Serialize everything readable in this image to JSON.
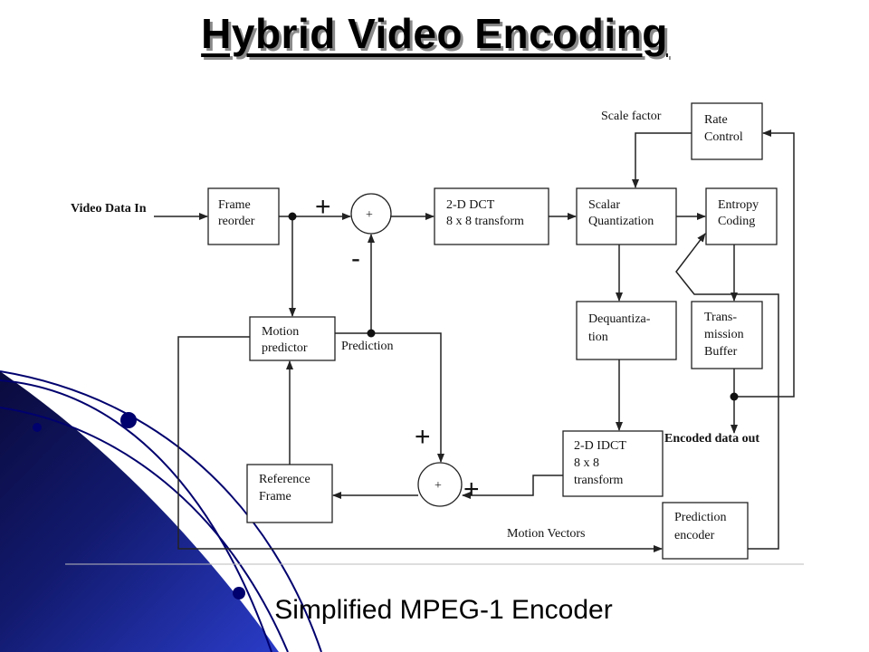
{
  "title": "Hybrid Video Encoding",
  "caption": "Simplified MPEG-1 Encoder",
  "colors": {
    "deco_dark": "#0a0a3c",
    "deco_blue": "#1a2a9c",
    "deco_line": "#00006e"
  },
  "labels": {
    "video_in": "Video Data In",
    "scale_factor": "Scale factor",
    "prediction": "Prediction",
    "encoded_out": "Encoded data out",
    "motion_vectors": "Motion Vectors"
  },
  "blocks": {
    "frame_reorder": [
      "Frame",
      "reorder"
    ],
    "dct": [
      "2-D DCT",
      "8 x 8 transform"
    ],
    "quant": [
      "Scalar",
      "Quantization"
    ],
    "entropy": [
      "Entropy",
      "Coding"
    ],
    "rate": [
      "Rate",
      "Control"
    ],
    "motion_pred": [
      "Motion",
      "predictor"
    ],
    "dequant": [
      "Dequantiza-",
      "tion"
    ],
    "tx_buffer": [
      "Trans-",
      "mission",
      "Buffer"
    ],
    "idct": [
      "2-D IDCT",
      "8 x 8",
      "transform"
    ],
    "ref_frame": [
      "Reference",
      "Frame"
    ],
    "pred_enc": [
      "Prediction",
      "encoder"
    ]
  },
  "ops": {
    "sum": "+"
  },
  "signs": {
    "plus_top": "+",
    "minus": "-",
    "plus_mid": "+",
    "plus_bottom": "+"
  }
}
